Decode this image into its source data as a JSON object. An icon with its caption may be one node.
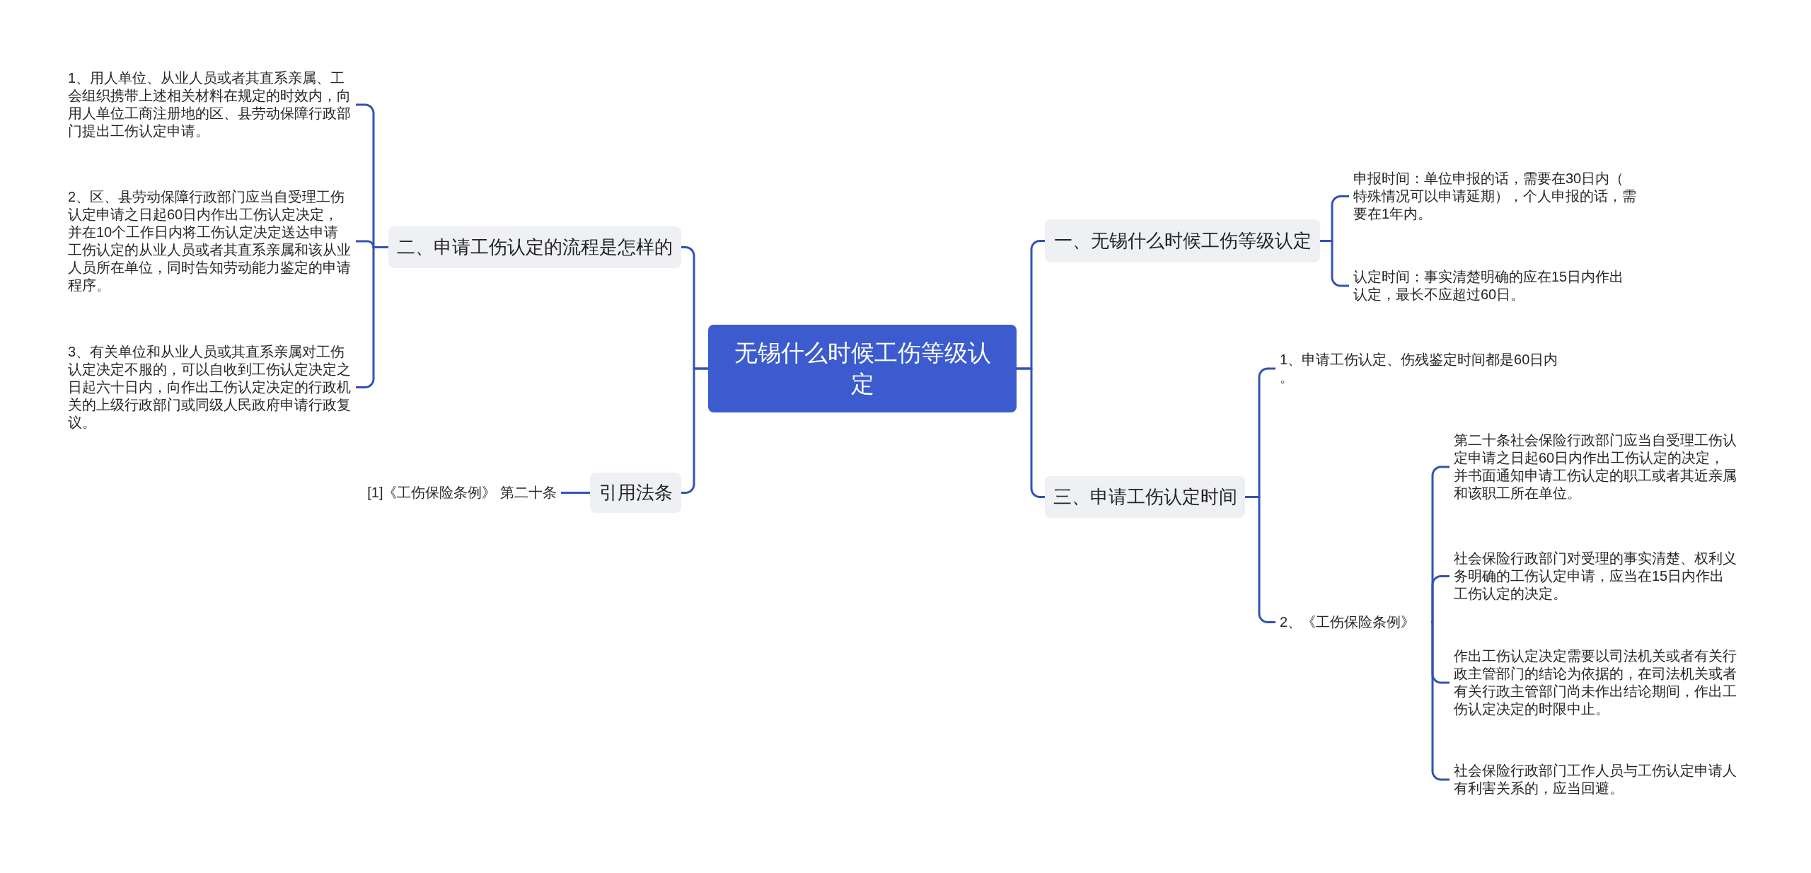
{
  "diagram": {
    "nodes": [
      {
        "text": [
          "无锡什么时候工伤等级认定"
        ]
      },
      {
        "text": [
          "二、申请工伤认定的流程是怎样的"
        ]
      },
      {
        "text": [
          "1、用人单位、从业人员或者其直系亲属、工会组织携带上述相关材料在规定的时效内，向用人单位工商注册地的区、县劳动保障行政部门提出工伤认定申请。"
        ]
      },
      {
        "text": [
          "2、区、县劳动保障行政部门应当自受理工伤认定申请之日起60日内作出工伤认定决定，并在10个工作日内将工伤认定决定送达申请工伤认定的从业人员或者其直系亲属和该从业人员所在单位，同时告知劳动能力鉴定的申请程序。"
        ]
      },
      {
        "text": [
          "3、有关单位和从业人员或其直系亲属对工伤认定决定不服的，可以自收到工伤认定决定之日起六十日内，向作出工伤认定决定的行政机关的上级行政部门或同级人民政府申请行政复议。"
        ]
      },
      {
        "text": [
          "引用法条"
        ]
      },
      {
        "text": [
          "[1]《工伤保险条例》 第二十条"
        ]
      },
      {
        "text": [
          "一、无锡什么时候工伤等级认定"
        ]
      },
      {
        "text": [
          "申报时间：单位申报的话，需要在30日内（特殊情况可以申请延期），个人申报的话，需要在1年内。"
        ]
      },
      {
        "text": [
          "认定时间：事实清楚明确的应在15日内作出认定，最长不应超过60日。"
        ]
      },
      {
        "text": [
          "三、申请工伤认定时间"
        ]
      },
      {
        "text": [
          "1、申请工伤认定、伤残鉴定时间都是60日内。"
        ]
      },
      {
        "text": [
          "2、《工伤保险条例》"
        ]
      },
      {
        "text": [
          "第二十条社会保险行政部门应当自受理工伤认定申请之日起60日内作出工伤认定的决定，并书面通知申请工伤认定的职工或者其近亲属和该职工所在单位。"
        ]
      },
      {
        "text": [
          "社会保险行政部门对受理的事实清楚、权利义务明确的工伤认定申请，应当在15日内作出工伤认定的决定。"
        ]
      },
      {
        "text": [
          "作出工伤认定决定需要以司法机关或者有关行政主管部门的结论为依据的，在司法机关或者有关行政主管部门尚未作出结论期间，作出工伤认定决定的时限中止。"
        ]
      },
      {
        "text": [
          "社会保险行政部门工作人员与工伤认定申请人有利害关系的，应当回避。"
        ]
      }
    ],
    "edges": [
      {
        "from": 0,
        "to": 1,
        "arrow": "none"
      },
      {
        "from": 1,
        "to": 2,
        "arrow": "none"
      },
      {
        "from": 1,
        "to": 3,
        "arrow": "none"
      },
      {
        "from": 1,
        "to": 4,
        "arrow": "none"
      },
      {
        "from": 0,
        "to": 5,
        "arrow": "none"
      },
      {
        "from": 5,
        "to": 6,
        "arrow": "none"
      },
      {
        "from": 0,
        "to": 7,
        "arrow": "none"
      },
      {
        "from": 7,
        "to": 8,
        "arrow": "none"
      },
      {
        "from": 7,
        "to": 9,
        "arrow": "none"
      },
      {
        "from": 0,
        "to": 10,
        "arrow": "none"
      },
      {
        "from": 10,
        "to": 11,
        "arrow": "none"
      },
      {
        "from": 10,
        "to": 12,
        "arrow": "none"
      },
      {
        "from": 12,
        "to": 13,
        "arrow": "none"
      },
      {
        "from": 12,
        "to": 14,
        "arrow": "none"
      },
      {
        "from": 12,
        "to": 15,
        "arrow": "none"
      },
      {
        "from": 12,
        "to": 16,
        "arrow": "none"
      }
    ]
  }
}
